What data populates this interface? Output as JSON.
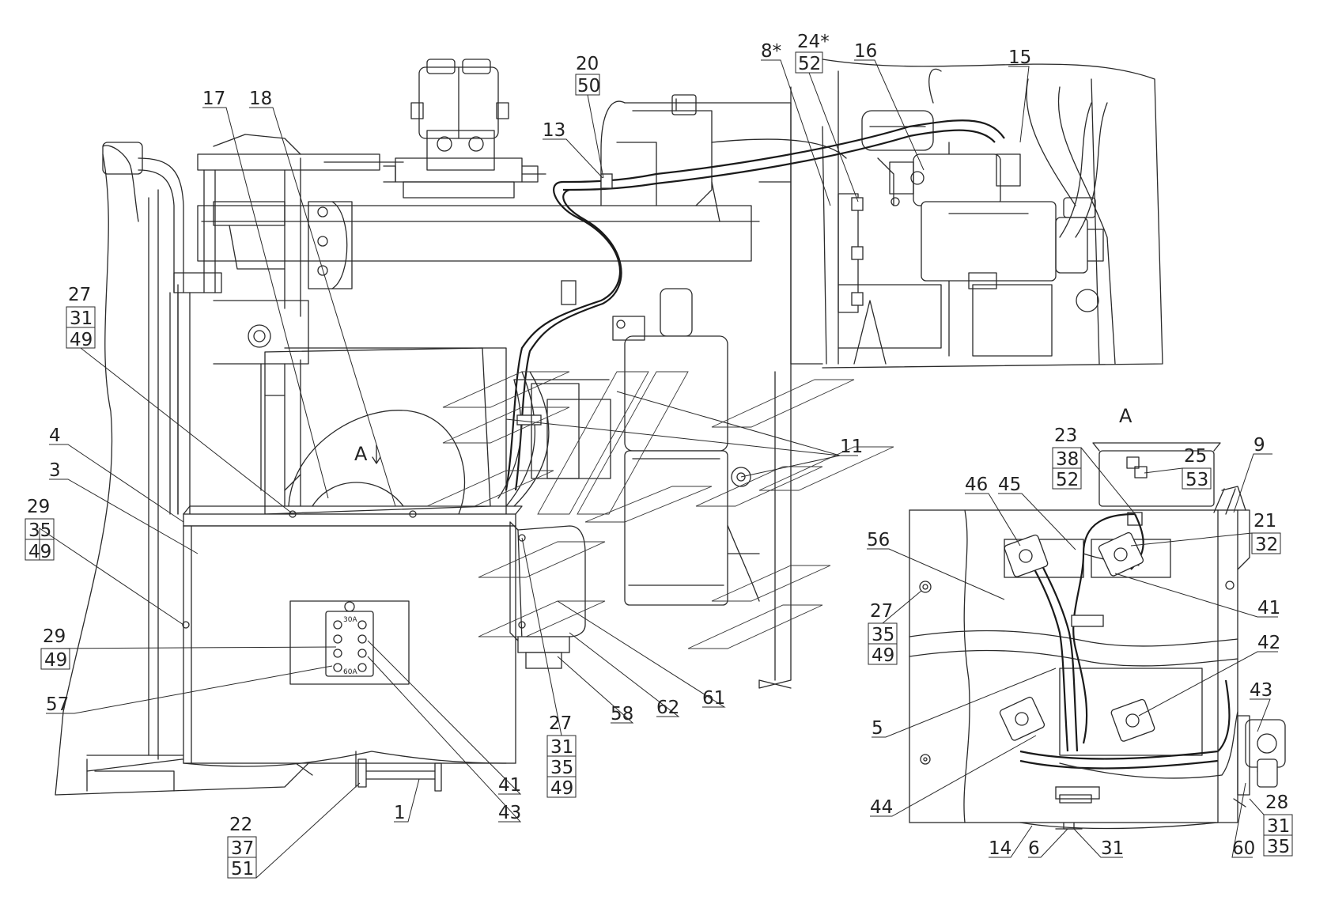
{
  "view_title": "A",
  "view_marker": "A",
  "fuse_ratings": [
    "30A",
    "60A"
  ],
  "main_callouts": [
    {
      "id": "c17",
      "lines": [
        "17"
      ]
    },
    {
      "id": "c18",
      "lines": [
        "18"
      ]
    },
    {
      "id": "c20",
      "lines": [
        "20",
        "50"
      ]
    },
    {
      "id": "c13",
      "lines": [
        "13"
      ]
    },
    {
      "id": "c8",
      "lines": [
        "8*"
      ]
    },
    {
      "id": "c24",
      "lines": [
        "24*",
        "52"
      ]
    },
    {
      "id": "c16",
      "lines": [
        "16"
      ]
    },
    {
      "id": "c15",
      "lines": [
        "15"
      ]
    },
    {
      "id": "c27a",
      "lines": [
        "27",
        "31",
        "49"
      ]
    },
    {
      "id": "c4",
      "lines": [
        "4"
      ]
    },
    {
      "id": "c3",
      "lines": [
        "3"
      ]
    },
    {
      "id": "c29a",
      "lines": [
        "29",
        "35",
        "49"
      ]
    },
    {
      "id": "c29b",
      "lines": [
        "29",
        "49"
      ]
    },
    {
      "id": "c57",
      "lines": [
        "57"
      ]
    },
    {
      "id": "c11",
      "lines": [
        "11"
      ]
    },
    {
      "id": "c27b",
      "lines": [
        "27",
        "31",
        "35",
        "49"
      ]
    },
    {
      "id": "c58",
      "lines": [
        "58"
      ]
    },
    {
      "id": "c62",
      "lines": [
        "62"
      ]
    },
    {
      "id": "c61",
      "lines": [
        "61"
      ]
    },
    {
      "id": "c41a",
      "lines": [
        "41"
      ]
    },
    {
      "id": "c43a",
      "lines": [
        "43"
      ]
    },
    {
      "id": "c1",
      "lines": [
        "1"
      ]
    },
    {
      "id": "c22",
      "lines": [
        "22",
        "37",
        "51"
      ]
    }
  ],
  "detail_callouts": [
    {
      "id": "d23",
      "lines": [
        "23",
        "38",
        "52"
      ]
    },
    {
      "id": "d25",
      "lines": [
        "25",
        "53"
      ]
    },
    {
      "id": "d9",
      "lines": [
        "9"
      ]
    },
    {
      "id": "d46",
      "lines": [
        "46"
      ]
    },
    {
      "id": "d45",
      "lines": [
        "45"
      ]
    },
    {
      "id": "d21",
      "lines": [
        "21",
        "32"
      ]
    },
    {
      "id": "d56",
      "lines": [
        "56"
      ]
    },
    {
      "id": "d27",
      "lines": [
        "27",
        "35",
        "49"
      ]
    },
    {
      "id": "d41",
      "lines": [
        "41"
      ]
    },
    {
      "id": "d42",
      "lines": [
        "42"
      ]
    },
    {
      "id": "d43",
      "lines": [
        "43"
      ]
    },
    {
      "id": "d5",
      "lines": [
        "5"
      ]
    },
    {
      "id": "d44",
      "lines": [
        "44"
      ]
    },
    {
      "id": "d28",
      "lines": [
        "28",
        "31",
        "35"
      ]
    },
    {
      "id": "d60",
      "lines": [
        "60"
      ]
    },
    {
      "id": "d14",
      "lines": [
        "14"
      ]
    },
    {
      "id": "d6",
      "lines": [
        "6"
      ]
    },
    {
      "id": "d31",
      "lines": [
        "31"
      ]
    }
  ]
}
